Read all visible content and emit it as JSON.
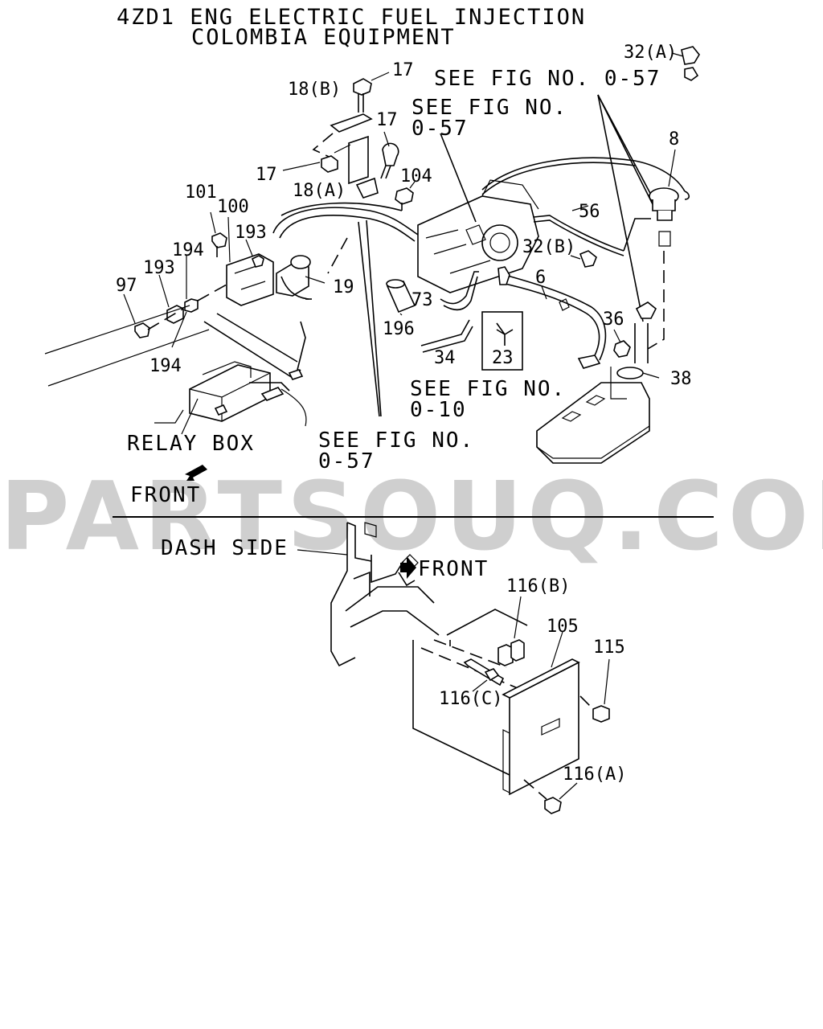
{
  "title": {
    "line1": "4ZD1 ENG ELECTRIC FUEL INJECTION",
    "line2": "COLOMBIA EQUIPMENT"
  },
  "watermark": "PARTSOUQ.COM",
  "notes": {
    "see_fig_057_top_right": "SEE FIG NO. 0-57",
    "see_fig_057_center_1": "SEE FIG NO.",
    "see_fig_057_center_2": "0-57",
    "see_fig_010_1": "SEE FIG NO.",
    "see_fig_010_2": "0-10",
    "see_fig_057_bottom_1": "SEE FIG NO.",
    "see_fig_057_bottom_2": "0-57",
    "relay_box": "RELAY BOX",
    "front_upper": "FRONT",
    "dash_side": "DASH SIDE",
    "front_lower": "FRONT"
  },
  "callouts": {
    "p32a": "32(A)",
    "p17_top": "17",
    "p18b": "18(B)",
    "p17_mid": "17",
    "p17_left": "17",
    "p18a": "18(A)",
    "p104": "104",
    "p8": "8",
    "p101": "101",
    "p100": "100",
    "p56": "56",
    "p194_top": "194",
    "p193_right": "193",
    "p32b": "32(B)",
    "p193_left": "193",
    "p97": "97",
    "p19": "19",
    "p6": "6",
    "p73": "73",
    "p196": "196",
    "p36": "36",
    "p23": "23",
    "p34": "34",
    "p194_bottom": "194",
    "p38": "38",
    "p116b": "116(B)",
    "p105": "105",
    "p115": "115",
    "p116c": "116(C)",
    "p116a": "116(A)"
  }
}
